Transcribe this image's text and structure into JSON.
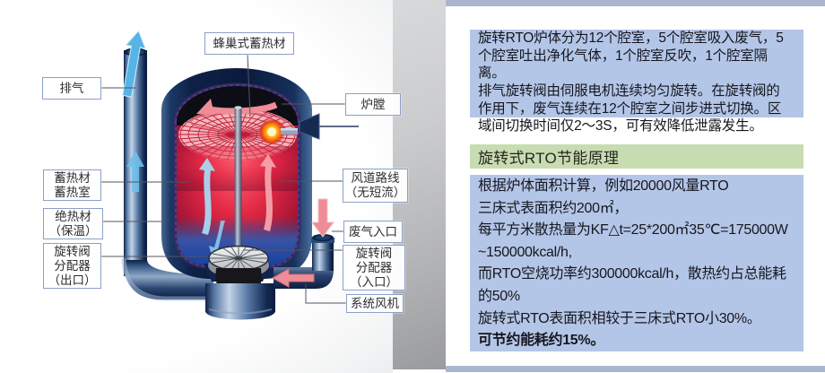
{
  "diagram": {
    "labels": {
      "honeycomb": {
        "lines": [
          "蜂巢式蓄热材"
        ]
      },
      "exhaust": {
        "lines": [
          "排气"
        ]
      },
      "furnace": {
        "lines": [
          "炉膛"
        ]
      },
      "regenerator": {
        "lines": [
          "蓄热材",
          "蓄热室"
        ]
      },
      "duct": {
        "lines": [
          "风道路线",
          "（无短流）"
        ]
      },
      "insulation": {
        "lines": [
          "绝热材",
          "（保温）"
        ]
      },
      "outlet_valve": {
        "lines": [
          "旋转阀",
          "分配器",
          "（出口）"
        ]
      },
      "waste_inlet": {
        "lines": [
          "废气入口"
        ]
      },
      "inlet_valve": {
        "lines": [
          "旋转阀",
          "分配器",
          "（入口）"
        ]
      },
      "fan": {
        "lines": [
          "系统风机"
        ]
      }
    }
  },
  "panel": {
    "intro": {
      "highlighted_lines": [
        "旋转RTO炉体分为12个腔室，5个腔室吸入废气，5",
        "个腔室吐出净化气体，1个腔室反吹，1个腔室隔",
        "离。",
        "排气旋转阀由伺服电机连续均匀旋转。在旋转阀的",
        "作用下，废气连续在12个腔室之间步进式切换。区"
      ],
      "plain_lines": [
        "域间切换时间仅2～3S，可有效降低泄露发生。"
      ]
    },
    "section_title": "旋转式RTO节能原理",
    "body": {
      "lines": [
        "根据炉体面积计算，例如20000风量RTO",
        "三床式表面积约200㎡，",
        "每平方米散热量为KF△t=25*200㎡35℃=175000W",
        "~150000kcal/h,",
        "而RTO空烧功率约300000kcal/h，散热约占总能耗",
        "的50%",
        "旋转式RTO表面积相较于三床式RTO小30%。"
      ],
      "bold_line": "可节约能耗约15%。"
    }
  },
  "colors": {
    "highlight_blue": "#b4c6e7",
    "highlight_green": "#c8dcb2",
    "edge_bar": "#a9b6cd",
    "text_dark": "#16161f"
  }
}
